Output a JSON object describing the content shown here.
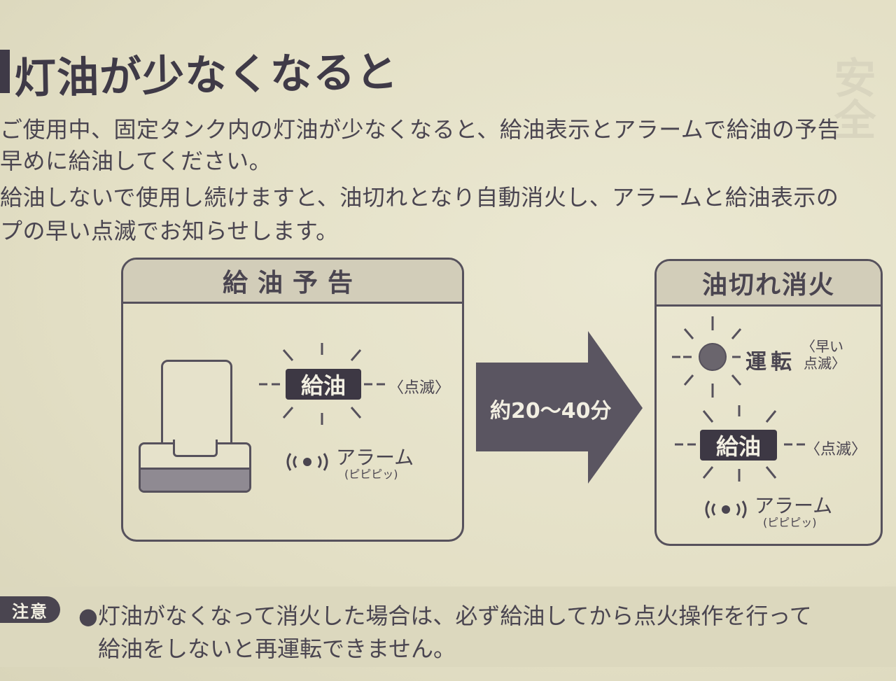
{
  "title": "灯油が少なくなると",
  "ghost": "安全",
  "paragraphs": [
    "ご使用中、固定タンク内の灯油が少なくなると、給油表示とアラームで給油の予告",
    "早めに給油してください。",
    "給油しないで使用し続けますと、油切れとなり自動消火し、アラームと給油表示の",
    "プの早い点滅でお知らせします。"
  ],
  "left_panel": {
    "header": "給油予告",
    "indicator": "給油",
    "blink_note": "〈点滅〉",
    "alarm": "アラーム",
    "alarm_sound": "(ピピピッ)"
  },
  "arrow": {
    "label": "約20〜40分"
  },
  "right_panel": {
    "header": "油切れ消火",
    "run_label": "運転",
    "fast_blink_1": "〈早い",
    "fast_blink_2": "点滅〉",
    "indicator": "給油",
    "blink_note": "〈点滅〉",
    "alarm": "アラーム",
    "alarm_sound": "(ピピピッ)"
  },
  "notice": {
    "badge": "注意",
    "line1": "●灯油がなくなって消火した場合は、必ず給油してから点火操作を行って",
    "line2": "給油をしないと再運転できません。"
  },
  "colors": {
    "paper": "#e8e4cc",
    "ink": "#4a4550",
    "dark": "#3d3844",
    "panel_header": "#d2cdb9",
    "arrow": "#5a5561"
  }
}
